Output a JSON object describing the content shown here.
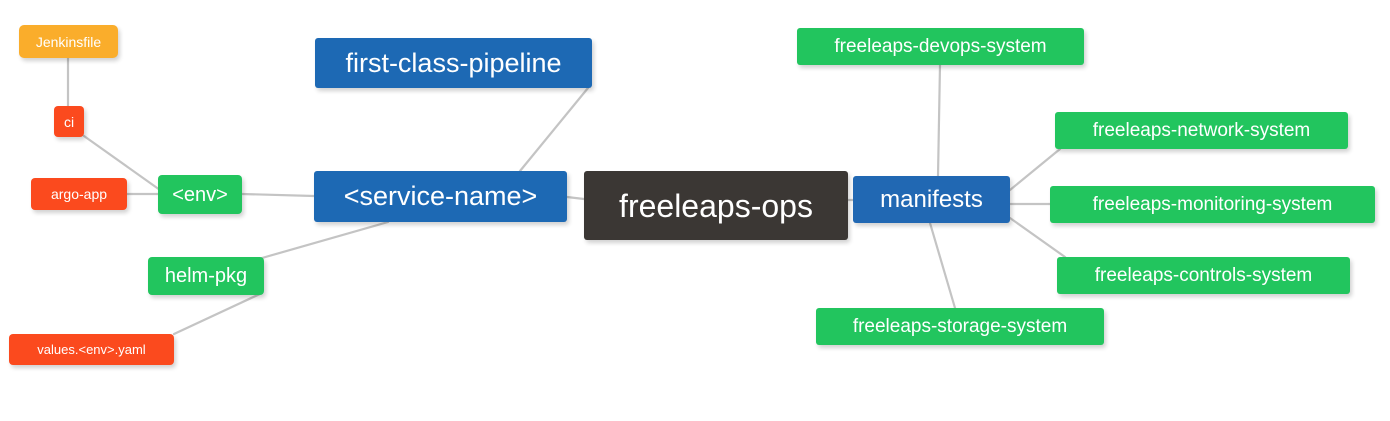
{
  "diagram": {
    "type": "mindmap",
    "title": "freeleaps-ops repository structure",
    "background_color": "#ffffff",
    "edge_color": "#c4c4c4",
    "palette": {
      "root": "#3B3734",
      "blue": "#2168B3",
      "green": "#22C55E",
      "orange": "#FAAD2B",
      "red": "#FB4A1E"
    }
  },
  "nodes": {
    "root": {
      "label": "freeleaps-ops",
      "color": "#3B3734",
      "level": 0
    },
    "service_name": {
      "label": "<service-name>",
      "color": "#2168B3",
      "level": 1
    },
    "manifests": {
      "label": "manifests",
      "color": "#2168B3",
      "level": 1
    },
    "first_class_pipeline": {
      "label": "first-class-pipeline",
      "color": "#2168B3",
      "level": 2
    },
    "env": {
      "label": "<env>",
      "color": "#22C55E",
      "level": 2
    },
    "helm_pkg": {
      "label": "helm-pkg",
      "color": "#22C55E",
      "level": 2
    },
    "ci": {
      "label": "ci",
      "color": "#FB4A1E",
      "level": 3
    },
    "argo_app": {
      "label": "argo-app",
      "color": "#FB4A1E",
      "level": 3
    },
    "jenkinsfile": {
      "label": "Jenkinsfile",
      "color": "#FAAD2B",
      "level": 4
    },
    "values_yaml": {
      "label": "values.<env>.yaml",
      "color": "#FB4A1E",
      "level": 3
    },
    "devops_system": {
      "label": "freeleaps-devops-system",
      "color": "#22C55E",
      "level": 2
    },
    "network_system": {
      "label": "freeleaps-network-system",
      "color": "#22C55E",
      "level": 2
    },
    "monitoring_system": {
      "label": "freeleaps-monitoring-system",
      "color": "#22C55E",
      "level": 2
    },
    "controls_system": {
      "label": "freeleaps-controls-system",
      "color": "#22C55E",
      "level": 2
    },
    "storage_system": {
      "label": "freeleaps-storage-system",
      "color": "#22C55E",
      "level": 2
    }
  },
  "edges": [
    {
      "from": "root",
      "to": "service_name"
    },
    {
      "from": "root",
      "to": "manifests"
    },
    {
      "from": "service_name",
      "to": "first_class_pipeline"
    },
    {
      "from": "service_name",
      "to": "env"
    },
    {
      "from": "service_name",
      "to": "helm_pkg"
    },
    {
      "from": "env",
      "to": "ci"
    },
    {
      "from": "env",
      "to": "argo_app"
    },
    {
      "from": "ci",
      "to": "jenkinsfile"
    },
    {
      "from": "helm_pkg",
      "to": "values_yaml"
    },
    {
      "from": "manifests",
      "to": "devops_system"
    },
    {
      "from": "manifests",
      "to": "network_system"
    },
    {
      "from": "manifests",
      "to": "monitoring_system"
    },
    {
      "from": "manifests",
      "to": "controls_system"
    },
    {
      "from": "manifests",
      "to": "storage_system"
    }
  ]
}
